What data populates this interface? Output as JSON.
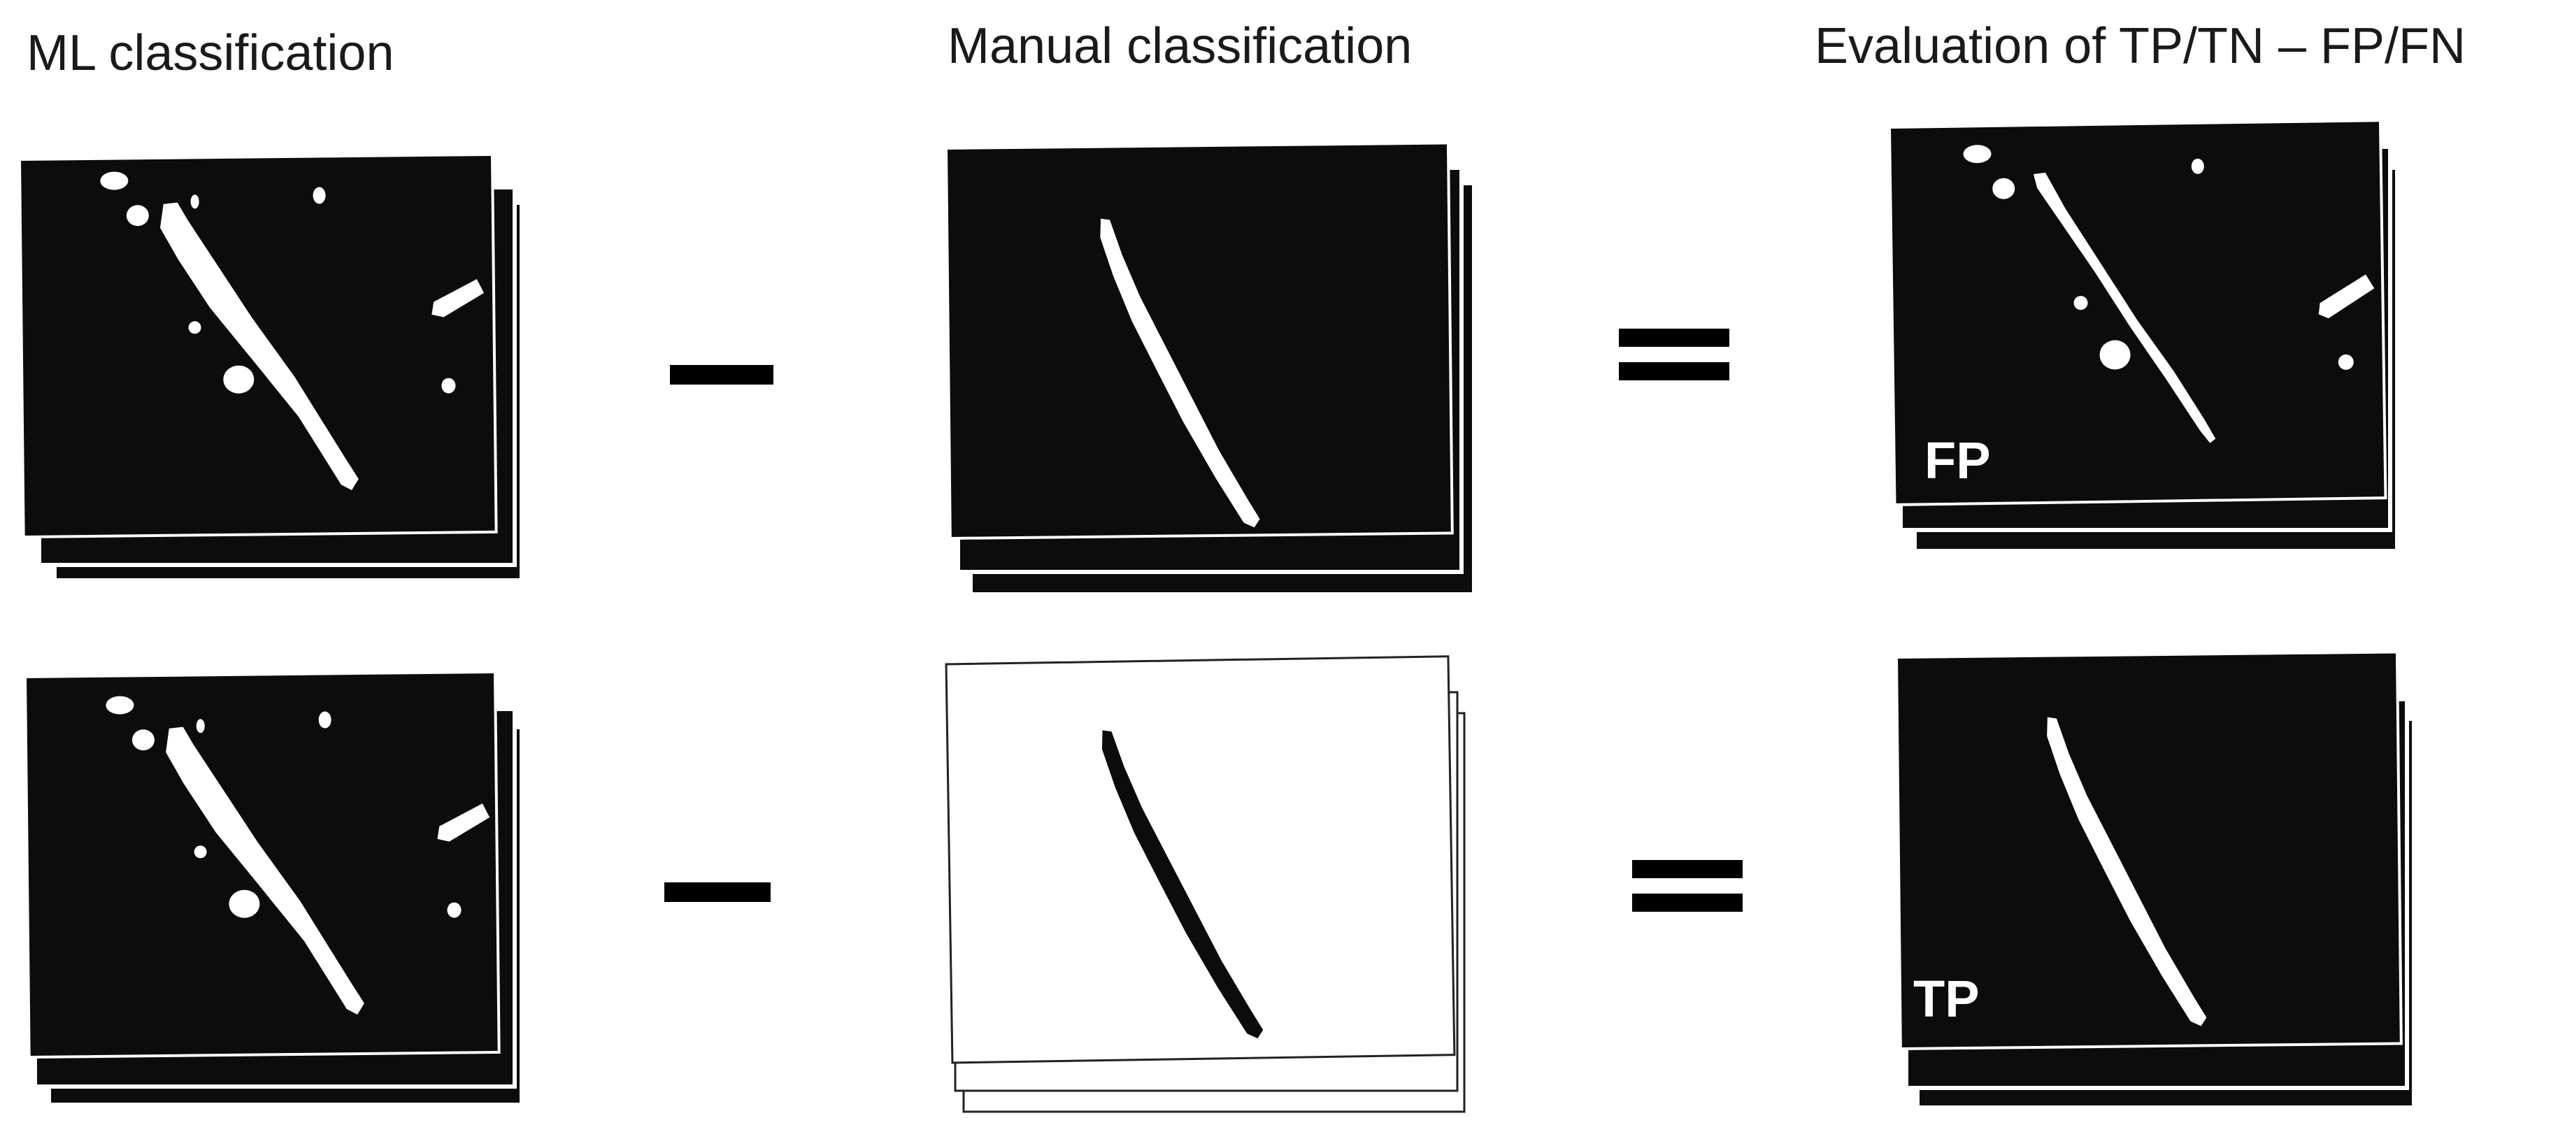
{
  "headings": {
    "ml": "ML classification",
    "manual": "Manual classification",
    "evaluation": "Evaluation of TP/TN – FP/FN"
  },
  "panel_labels": {
    "top_result": "FP",
    "bottom_result": "TP"
  },
  "operators": {
    "minus": "minus",
    "equals": "equals"
  },
  "colors": {
    "image_background": "#0c0c0c",
    "mask_foreground": "#ffffff",
    "inverted_background": "#ffffff",
    "inverted_foreground": "#0c0c0c",
    "text": "#1a1a1a"
  }
}
